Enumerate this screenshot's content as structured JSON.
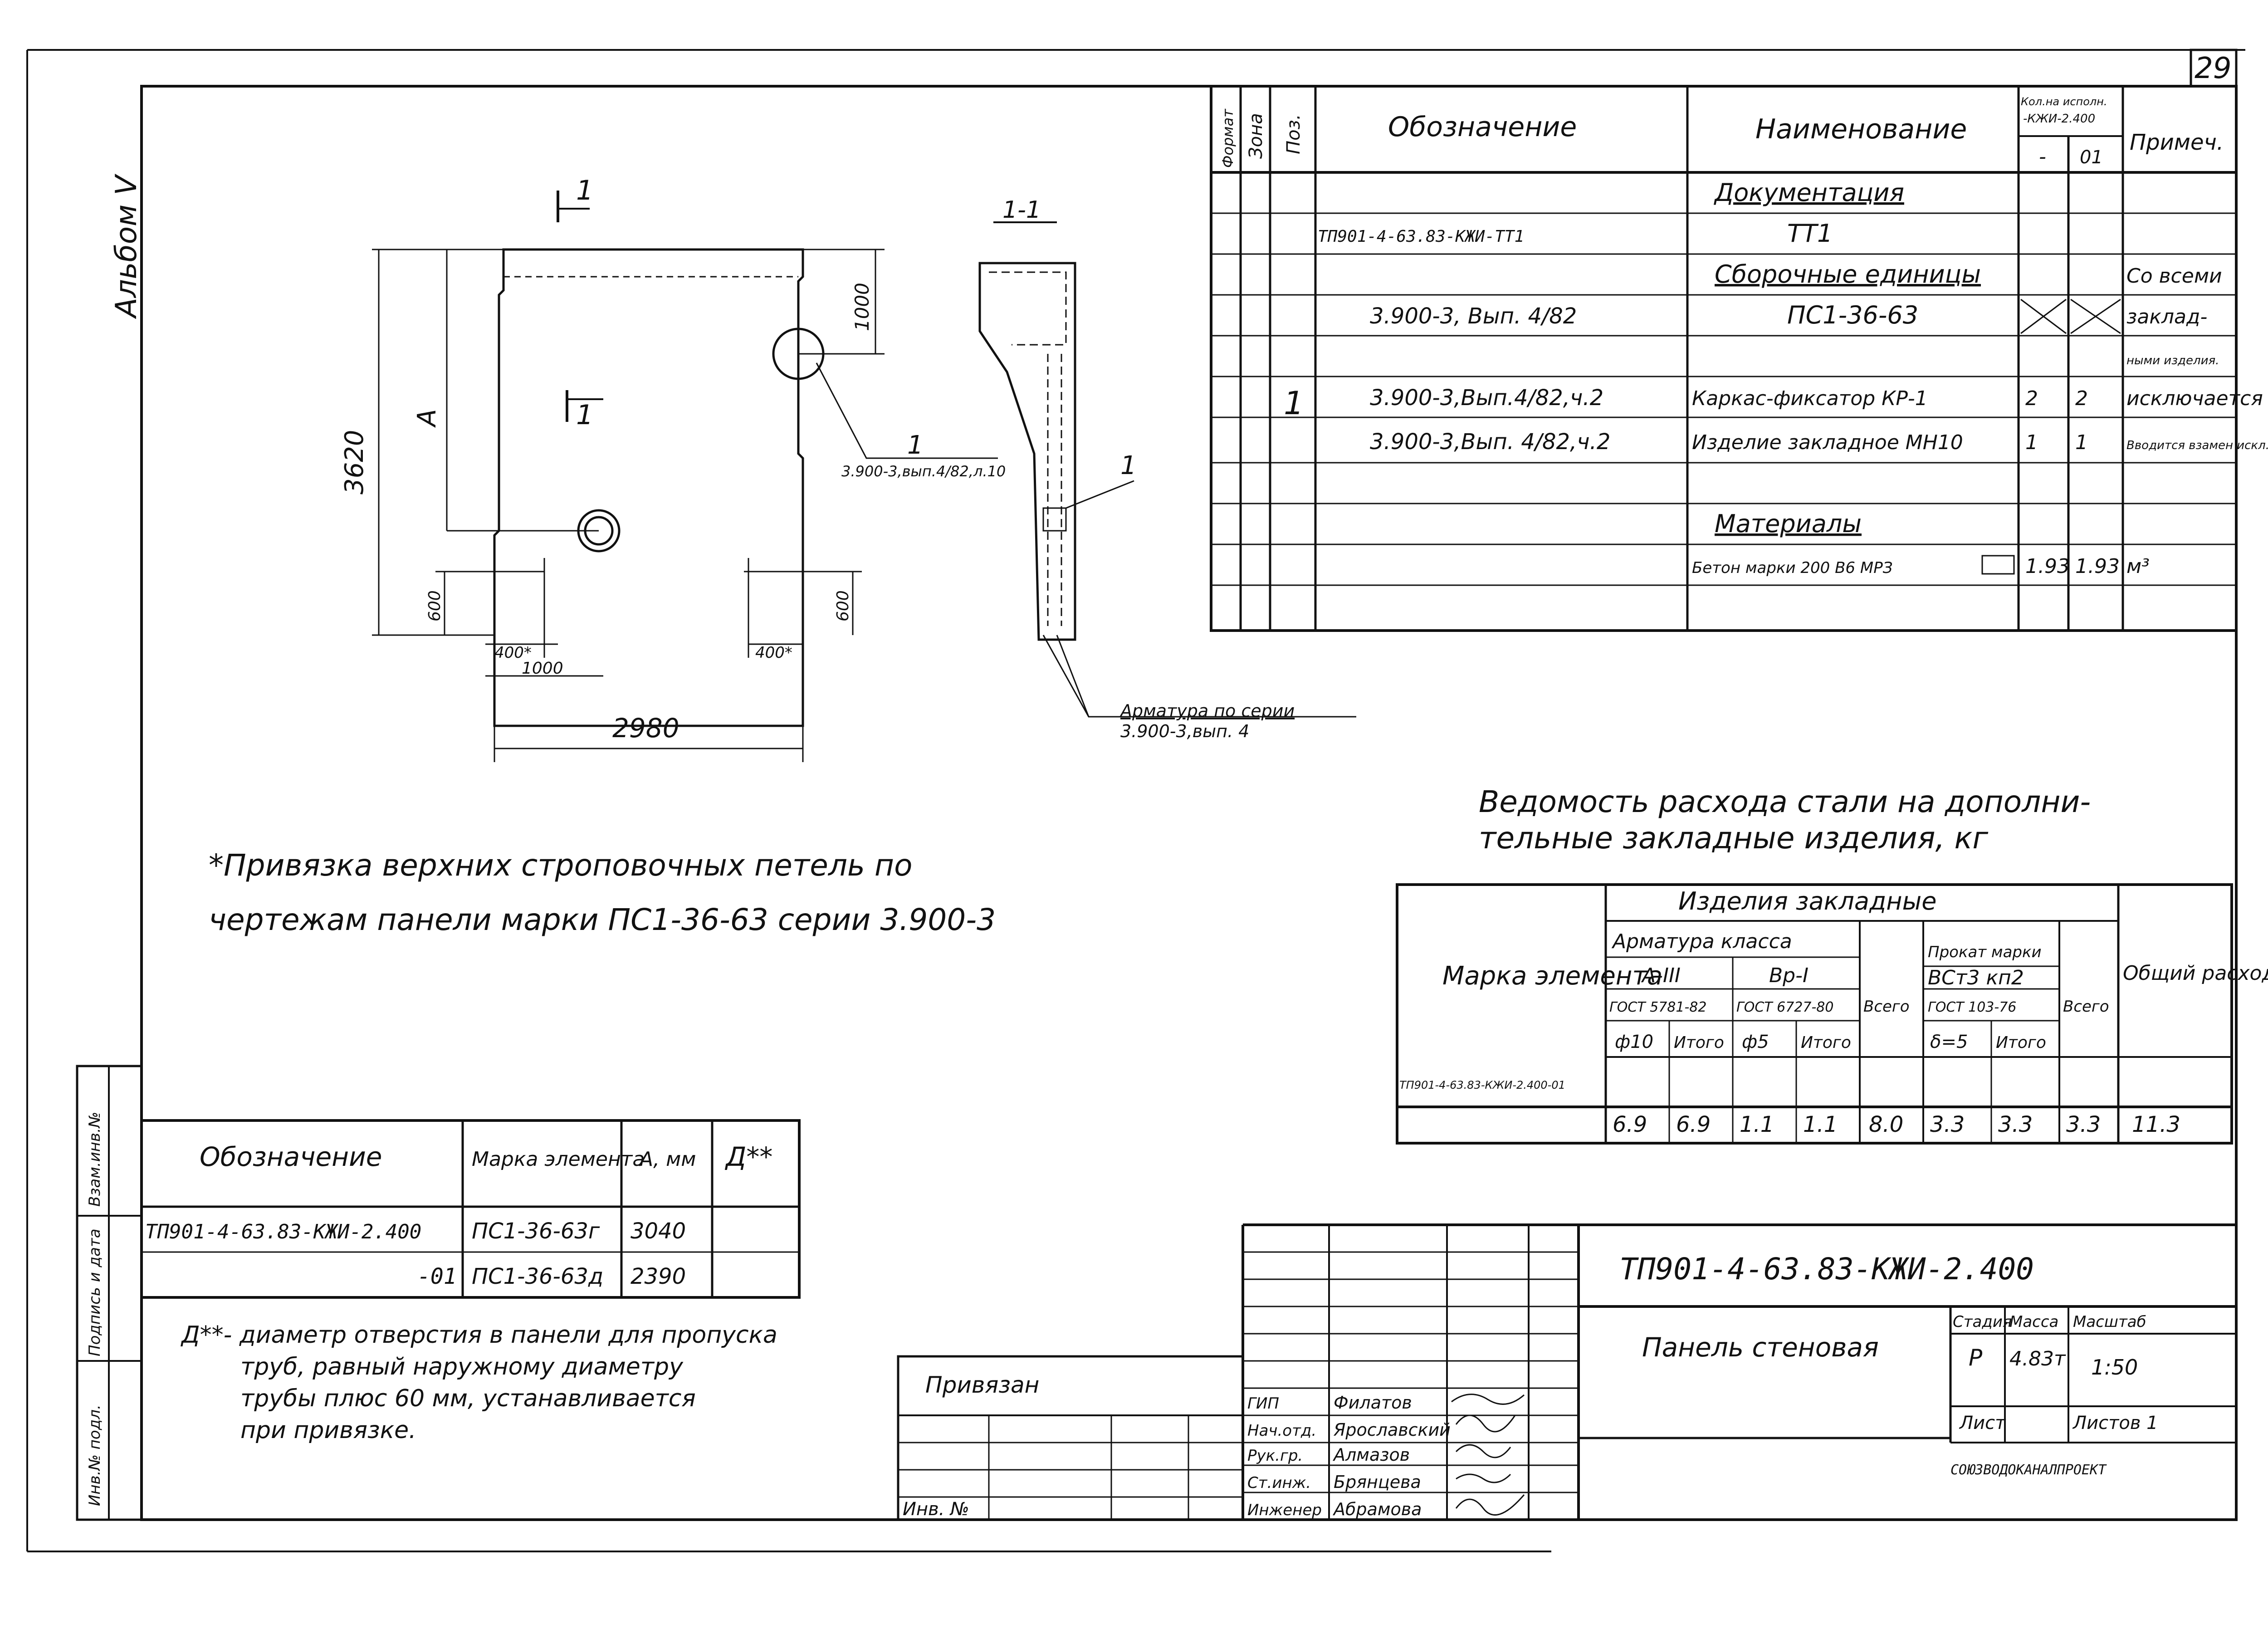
{
  "sheet_number": "29",
  "album_label": "Альбом V",
  "left_strip": [
    "Взам.инв.№",
    "Подпись и дата",
    "Инв.№ подл."
  ],
  "elevation": {
    "section_mark_top": "1",
    "section_mark_mid": "1",
    "dim_height": "3620",
    "dim_A": "A",
    "dim_1000_right": "1000",
    "dim_600_left": "600",
    "dim_600_right": "600",
    "dim_400_left": "400*",
    "dim_400_right": "400*",
    "dim_1000_bottom": "1000",
    "dim_width": "2980",
    "callout_num": "1",
    "callout_text": "3.900-3,вып.4/82,л.10"
  },
  "section": {
    "title": "1-1",
    "callout_num": "1",
    "rebar_note_line1": "Арматура по серии",
    "rebar_note_line2": "3.900-3,вып. 4"
  },
  "spec_table": {
    "headers": {
      "format": "Формат",
      "zone": "Зона",
      "pos": "Поз.",
      "designation": "Обозначение",
      "name": "Наименование",
      "qty_top": "Кол.на исполн.",
      "qty_top2": "-КЖИ-2.400",
      "qty_a": "-",
      "qty_b": "01",
      "note": "Примеч."
    },
    "rows": [
      {
        "pos": "",
        "designation": "",
        "name": "Документация",
        "qa": "",
        "qb": "",
        "note": "",
        "section": true
      },
      {
        "pos": "",
        "designation": "ТП901-4-63.83-КЖИ-ТТ1",
        "name": "ТТ1",
        "qa": "",
        "qb": "",
        "note": ""
      },
      {
        "pos": "",
        "designation": "",
        "name": "Сборочные единицы",
        "qa": "",
        "qb": "",
        "note": "Со всеми",
        "section": true
      },
      {
        "pos": "",
        "designation": "3.900-3, Вып. 4/82",
        "name": "ПС1-36-63",
        "qa": "X",
        "qb": "X",
        "note": "заклад-"
      },
      {
        "pos": "",
        "designation": "",
        "name": "",
        "qa": "",
        "qb": "",
        "note": "ными изделия."
      },
      {
        "pos": "1",
        "designation": "3.900-3,Вып.4/82,ч.2",
        "name": "Каркас-фиксатор КР-1",
        "qa": "2",
        "qb": "2",
        "note": "исключается"
      },
      {
        "pos": "",
        "designation": "3.900-3,Вып. 4/82,ч.2",
        "name": "Изделие закладное МН10",
        "qa": "1",
        "qb": "1",
        "note": "Вводится взамен искл."
      },
      {
        "pos": "",
        "designation": "",
        "name": "",
        "qa": "",
        "qb": "",
        "note": ""
      },
      {
        "pos": "",
        "designation": "",
        "name": "Материалы",
        "qa": "",
        "qb": "",
        "note": "",
        "section": true
      },
      {
        "pos": "",
        "designation": "",
        "name": "Бетон марки 200 В6 МРЗ",
        "qa": "1.93",
        "qb": "1.93",
        "note": "м³"
      },
      {
        "pos": "",
        "designation": "",
        "name": "",
        "qa": "",
        "qb": "",
        "note": ""
      }
    ]
  },
  "steel_table": {
    "title_line1": "Ведомость расхода стали на дополни-",
    "title_line2": "тельные закладные изделия, кг",
    "h_element": "Марка элемента",
    "h_group": "Изделия закладные",
    "h_rebar": "Арматура класса",
    "h_AIII": "А-III",
    "h_BpI": "Вр-I",
    "h_total1": "Всего",
    "h_rolled": "Прокат марки",
    "h_vst": "ВСт3 кп2",
    "h_total2": "Всего",
    "h_overall": "Общий расход",
    "h_gost1": "ГОСТ 5781-82",
    "h_gost2": "ГОСТ 6727-80",
    "h_gost3": "ГОСТ 103-76",
    "h_d10": "ф10",
    "h_itogo1": "Итого",
    "h_d5": "ф5",
    "h_itogo2": "Итого",
    "h_d5b": "δ=5",
    "h_itogo3": "Итого",
    "row_mark": "ТП901-4-63.83-КЖИ-2.400-01",
    "row_values": [
      "6.9",
      "6.9",
      "1.1",
      "1.1",
      "8.0",
      "3.3",
      "3.3",
      "3.3",
      "11.3"
    ]
  },
  "note_star": "*Привязка верхних строповочных петель по",
  "note_star2": "чертежам панели марки ПС1-36-63 серии 3.900-3",
  "marks_table": {
    "h_designation": "Обозначение",
    "h_mark": "Марка элемента",
    "h_A": "А, мм",
    "h_D": "Д**",
    "rows": [
      {
        "des": "ТП901-4-63.83-КЖИ-2.400",
        "mark": "ПС1-36-63г",
        "A": "3040",
        "D": ""
      },
      {
        "des": "-01",
        "mark": "ПС1-36-63д",
        "A": "2390",
        "D": ""
      }
    ]
  },
  "note_dd": [
    "Д**- диаметр отверстия в панели для пропуска",
    "труб, равный наружному диаметру",
    "трубы плюс 60 мм, устанавливается",
    "при привязке."
  ],
  "title_block": {
    "code": "ТП901-4-63.83-КЖИ-2.400",
    "name": "Панель стеновая",
    "stage_h": "Стадия",
    "mass_h": "Масса",
    "scale_h": "Масштаб",
    "stage": "Р",
    "mass": "4.83т",
    "scale": "1:50",
    "sheet_h": "Лист",
    "sheets_h": "Листов 1",
    "org": "СОЮЗВОДОКАНАЛПРОЕКТ",
    "privyazan": "Привязан",
    "inv": "Инв. №",
    "roles": [
      "ГИП",
      "Нач.отд.",
      "Рук.гр.",
      "Ст.инж.",
      "Инженер"
    ],
    "names": [
      "Филатов",
      "Ярославский",
      "Алмазов",
      "Брянцева",
      "Абрамова"
    ]
  }
}
